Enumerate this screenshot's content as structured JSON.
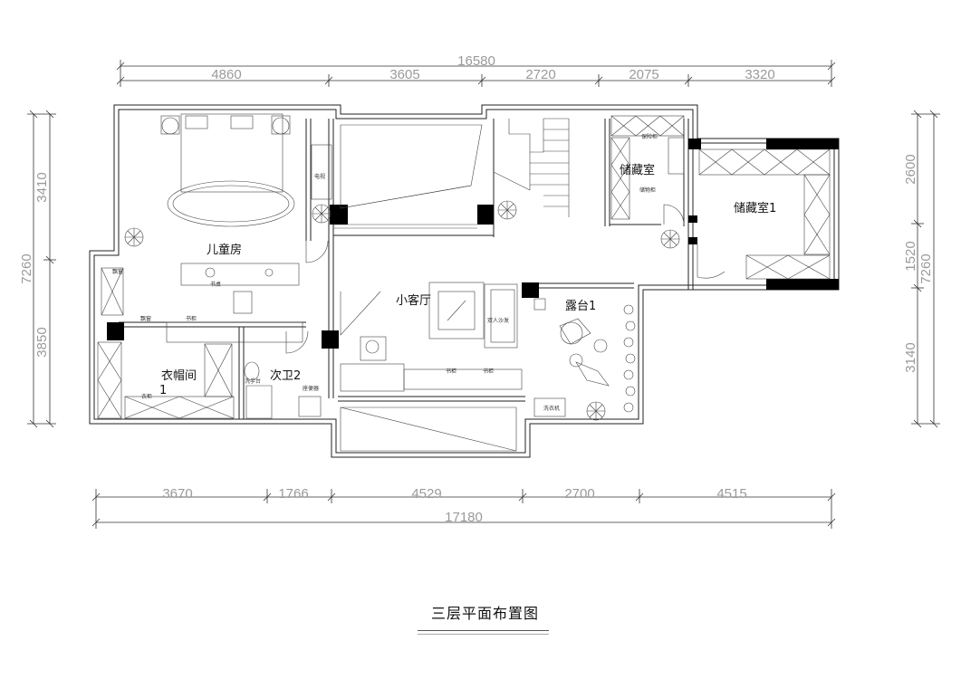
{
  "title": "三层平面布置图",
  "dimensions": {
    "top_total": "16580",
    "top_segments": [
      "4860",
      "3605",
      "2720",
      "2075",
      "3320"
    ],
    "bottom_total": "17180",
    "bottom_segments": [
      "3670",
      "1766",
      "4529",
      "2700",
      "4515"
    ],
    "left_total": "7260",
    "left_segments": [
      "3410",
      "3850"
    ],
    "right_total": "7260",
    "right_segments": [
      "2600",
      "1520",
      "3140"
    ]
  },
  "rooms": {
    "kids_room": "儿童房",
    "living_room": "小客厅",
    "terrace": "露台1",
    "storage": "储藏室",
    "storage1": "储藏室1",
    "cloakroom": "衣帽间",
    "cloakroom_num": "1",
    "bathroom": "次卫2"
  },
  "annotations": {
    "desk": "书桌",
    "bookshelf": "书柜",
    "bookshelf2": "书柜",
    "bookshelf3": "书柜",
    "sofa": "双人沙发",
    "wardrobe": "衣柜",
    "sink": "洗手台",
    "toilet": "座便器",
    "safe": "保险柜",
    "storage_cabinet": "储物柜",
    "bay": "飘窗",
    "bay2": "飘窗",
    "washer": "洗衣机",
    "tv": "电视"
  }
}
